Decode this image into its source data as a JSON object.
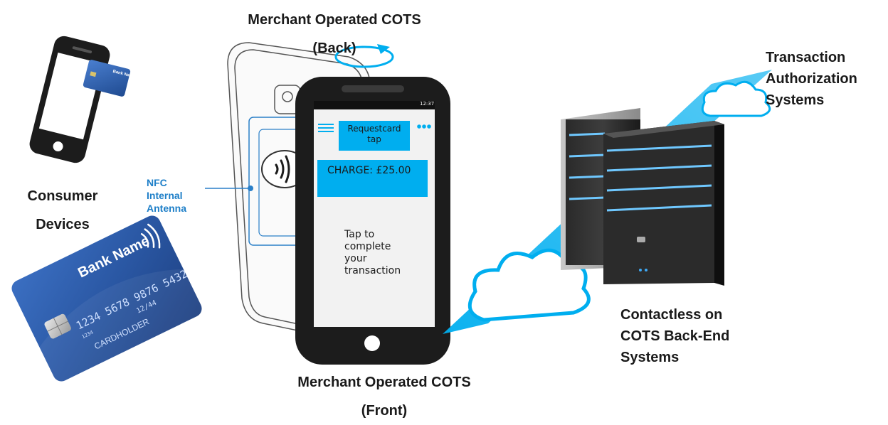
{
  "labels": {
    "back_title": "Merchant Operated COTS",
    "back_sub": "(Back)",
    "front_title": "Merchant Operated COTS",
    "front_sub": "(Front)",
    "consumer_line1": "Consumer",
    "consumer_line2": "Devices",
    "nfc_line1": "NFC",
    "nfc_line2": "Internal",
    "nfc_line3": "Antenna",
    "auth_line1": "Transaction",
    "auth_line2": "Authorization",
    "auth_line3": "Systems",
    "backend_line1": "Contactless on",
    "backend_line2": "COTS Back-End",
    "backend_line3": "Systems"
  },
  "phone_screen": {
    "status_time": "12:37",
    "request_line1": "Requestcard",
    "request_line2": "tap",
    "charge": "CHARGE:  £25.00",
    "tap_line1": "Tap to",
    "tap_line2": "complete",
    "tap_line3": "your",
    "tap_line4": "transaction"
  },
  "card": {
    "bank_name": "Bank Name",
    "number": "1234  5678  9876  5432",
    "small_num": "1234",
    "valid": "12/44",
    "holder": "CARDHOLDER"
  },
  "mini_card": {
    "bank_name": "Bank Name"
  },
  "colors": {
    "accent": "#00aeef",
    "label_blue": "#1e7fc8",
    "phone_black": "#1c1c1c",
    "card_blue": "#2a5aa8"
  }
}
